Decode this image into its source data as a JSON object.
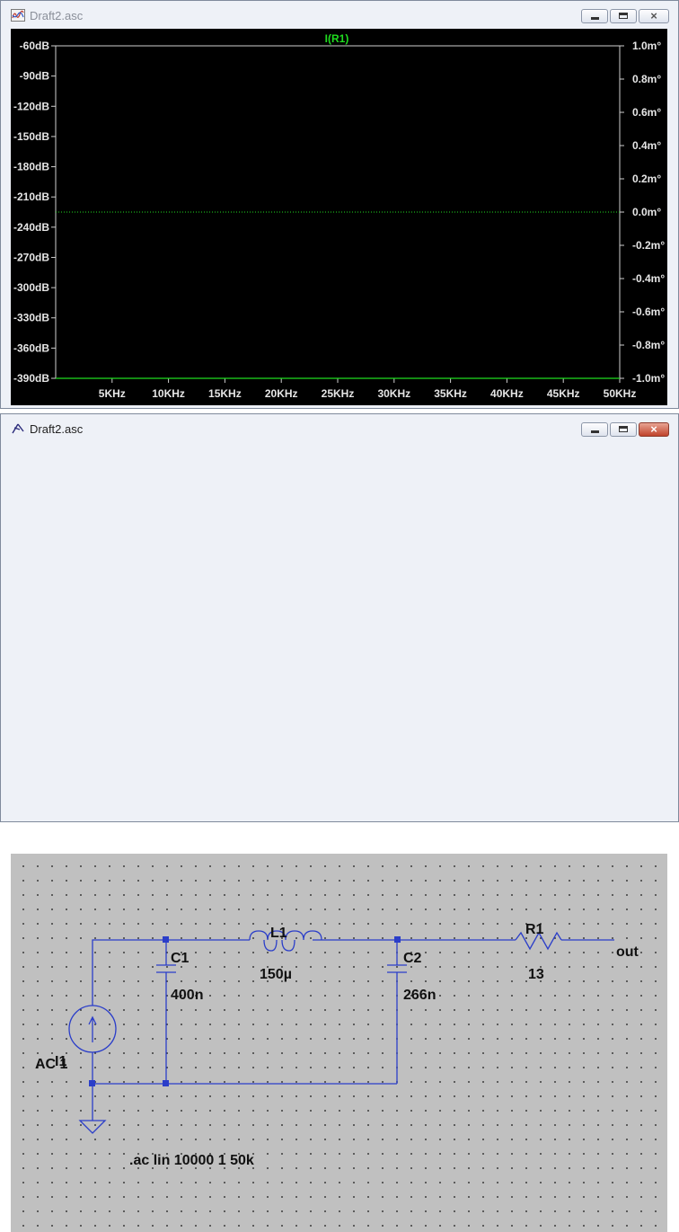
{
  "top_window": {
    "title": "Draft2.asc",
    "icon": "waveform-icon",
    "buttons": {
      "min": "minimize-icon",
      "max": "maximize-icon",
      "close": "×"
    }
  },
  "plot": {
    "trace_label": "I(R1)",
    "trace_color": "#1fdc1f",
    "left_ticks": [
      "-60dB",
      "-90dB",
      "-120dB",
      "-150dB",
      "-180dB",
      "-210dB",
      "-240dB",
      "-270dB",
      "-300dB",
      "-330dB",
      "-360dB",
      "-390dB"
    ],
    "right_ticks": [
      "1.0m°",
      "0.8m°",
      "0.6m°",
      "0.4m°",
      "0.2m°",
      "0.0m°",
      "-0.2m°",
      "-0.4m°",
      "-0.6m°",
      "-0.8m°",
      "-1.0m°"
    ],
    "x_ticks": [
      "5KHz",
      "10KHz",
      "15KHz",
      "20KHz",
      "25KHz",
      "30KHz",
      "35KHz",
      "40KHz",
      "45KHz",
      "50KHz"
    ]
  },
  "chart_data": {
    "type": "line",
    "title": "I(R1)",
    "x_range": [
      1,
      50000
    ],
    "y_left_range_db": [
      -390,
      -60
    ],
    "y_right_range_mdeg": [
      -1.0,
      1.0
    ],
    "series": [
      {
        "name": "I(R1)",
        "x": [
          1,
          50000
        ],
        "y_db": [
          -390,
          -390
        ],
        "phase_mdeg": [
          0.0,
          0.0
        ]
      }
    ],
    "grid": false
  },
  "bottom_window": {
    "title": "Draft2.asc",
    "icon": "schematic-icon",
    "buttons": {
      "min": "minimize-icon",
      "max": "maximize-icon",
      "close": "×"
    }
  },
  "schematic": {
    "c1_name": "C1",
    "c1_value": "400n",
    "l1_name": "L1",
    "l1_value": "150µ",
    "c2_name": "C2",
    "c2_value": "266n",
    "r1_name": "R1",
    "r1_value": "13",
    "net_out": "out",
    "source_name": "I1",
    "source_value": "AC 1",
    "directive": ".ac lin 10000 1 50k",
    "wire_color": "#2b3ec9"
  }
}
